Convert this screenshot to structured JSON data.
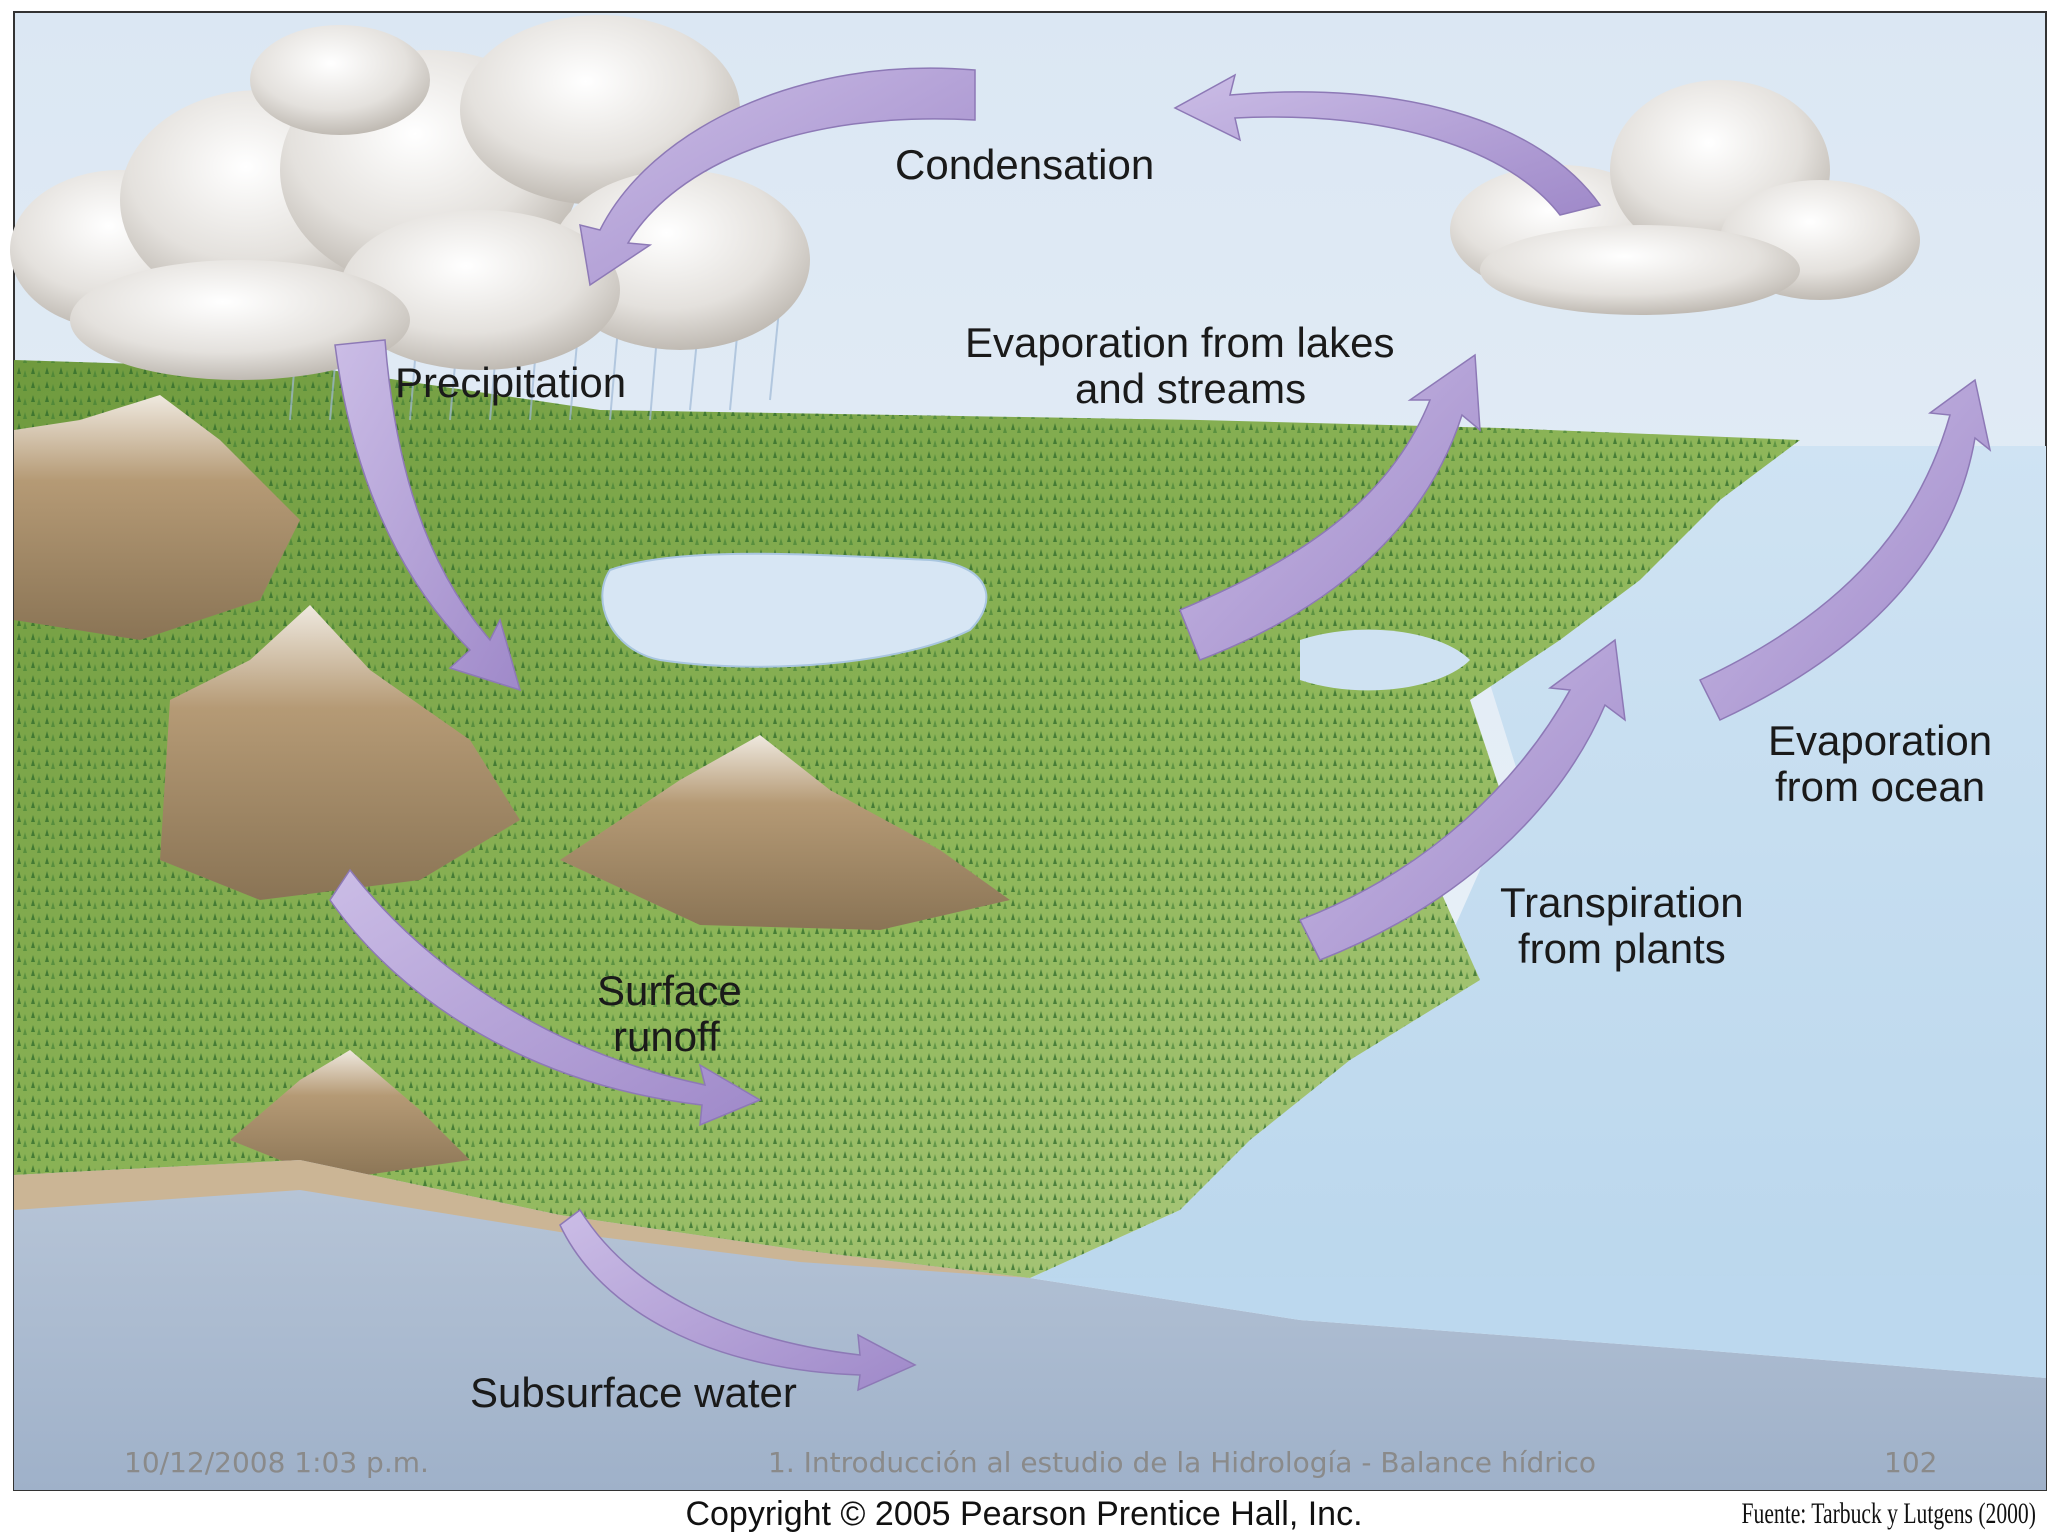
{
  "diagram": {
    "labels": {
      "condensation": "Condensation",
      "precipitation": "Precipitation",
      "evap_lakes_1": "Evaporation from lakes",
      "evap_lakes_2": "and streams",
      "evap_ocean_1": "Evaporation",
      "evap_ocean_2": "from ocean",
      "transpiration_1": "Transpiration",
      "transpiration_2": "from plants",
      "runoff_1": "Surface",
      "runoff_2": "runoff",
      "subsurface": "Subsurface water"
    },
    "copyright": "Copyright © 2005 Pearson Prentice Hall, Inc."
  },
  "slide_footer": {
    "datetime": "10/12/2008 1:03 p.m.",
    "title": "1. Introducción al estudio de la Hidrología - Balance hídrico",
    "page_number": "102"
  },
  "source": "Fuente: Tarbuck y Lutgens (2000)",
  "colors": {
    "arrow": "#b6a3d6",
    "sky": "#e8f0f8",
    "ocean": "#c2dcef",
    "land": "#86ad4d",
    "ground": "#a9bad0"
  }
}
